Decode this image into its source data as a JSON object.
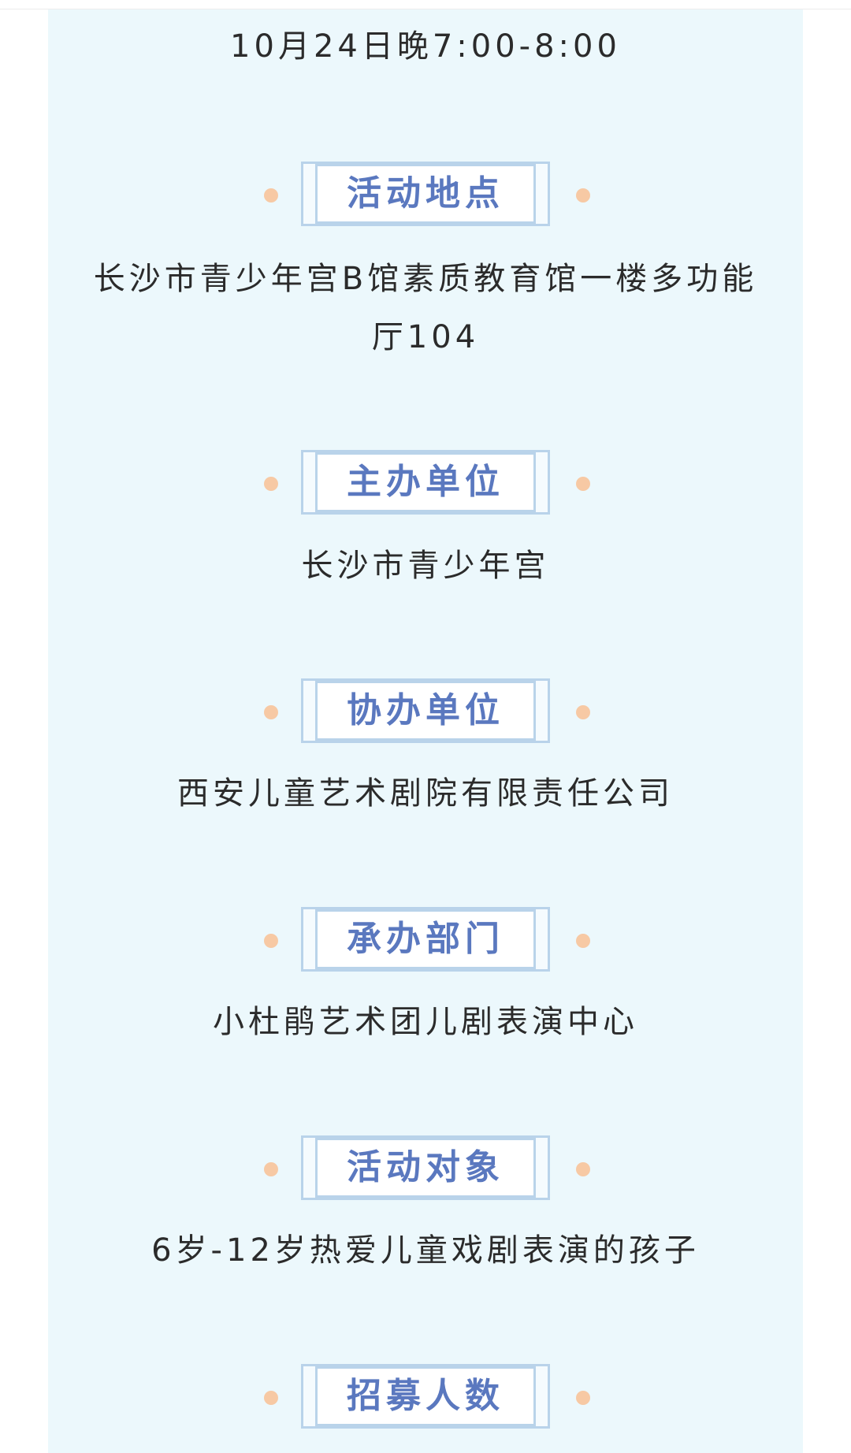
{
  "time": "10月24日晚7:00-8:00",
  "sections": [
    {
      "title": "活动地点",
      "lines": [
        "长沙市青少年宫B馆素质教育馆一楼多功能",
        "厅104"
      ]
    },
    {
      "title": "主办单位",
      "lines": [
        "长沙市青少年宫"
      ]
    },
    {
      "title": "协办单位",
      "lines": [
        "西安儿童艺术剧院有限责任公司"
      ]
    },
    {
      "title": "承办部门",
      "lines": [
        "小杜鹃艺术团儿剧表演中心"
      ]
    },
    {
      "title": "活动对象",
      "lines": [
        "6岁-12岁热爱儿童戏剧表演的孩子"
      ]
    },
    {
      "title": "招募人数",
      "lines": []
    }
  ],
  "colors": {
    "panel_background": "#ecf8fc",
    "heading_text": "#5a78bf",
    "frame_border": "#b9d3ea",
    "dot": "#f7c9a4",
    "body_text": "#2b2b2b"
  }
}
